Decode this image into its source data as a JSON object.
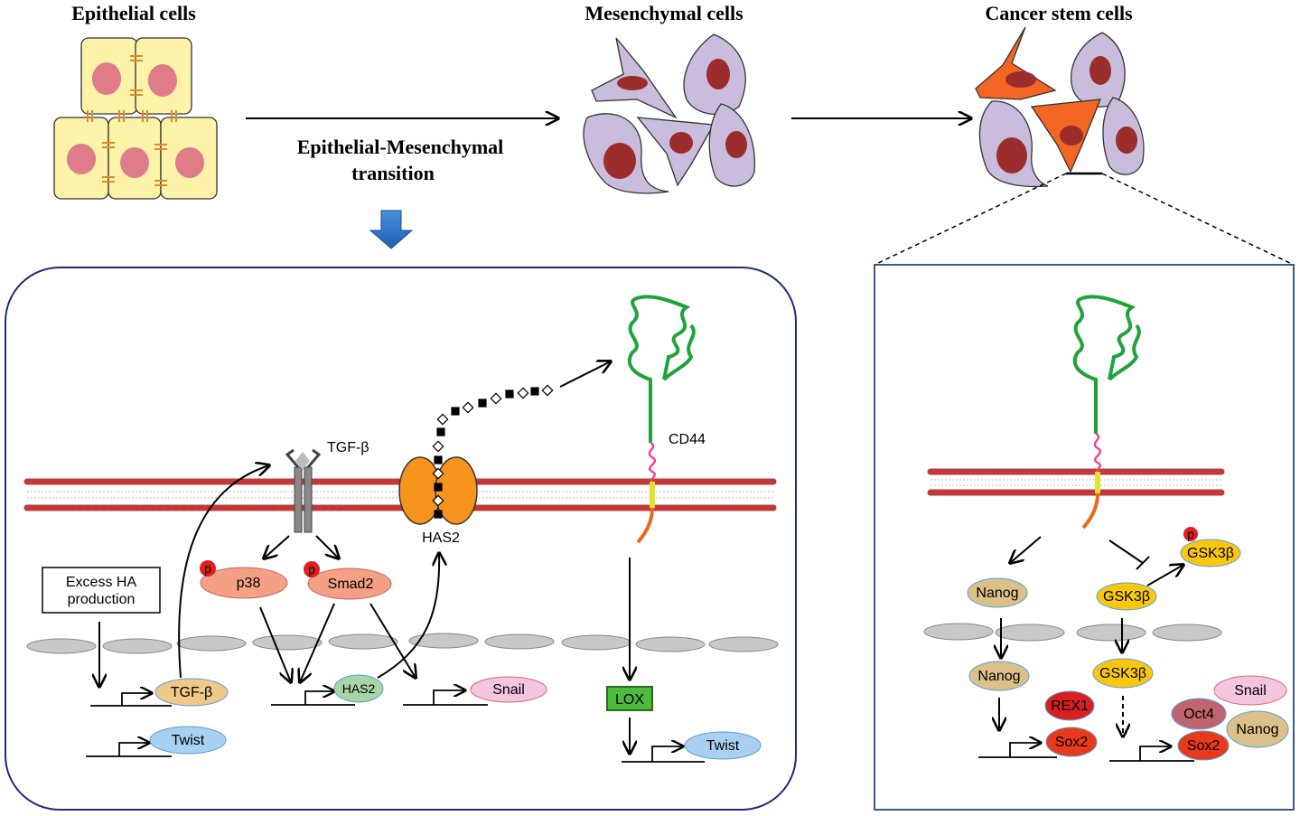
{
  "titles": {
    "epithelial": "Epithelial cells",
    "mesenchymal": "Mesenchymal cells",
    "csc": "Cancer stem cells",
    "emt_line1": "Epithelial-Mesenchymal",
    "emt_line2": "transition"
  },
  "left_panel": {
    "tgfb_receptor_label": "TGF-β",
    "has2_label": "HAS2",
    "cd44_label": "CD44",
    "excess_ha_line1": "Excess HA",
    "excess_ha_line2": "production",
    "p_mark": "p",
    "p38": "p38",
    "smad2": "Smad2",
    "tgfb_gene": "TGF-β",
    "has2_gene": "HAS2",
    "snail": "Snail",
    "twist1": "Twist",
    "lox": "LOX",
    "twist2": "Twist"
  },
  "right_panel": {
    "p_mark": "p",
    "gsk_p": "GSK3β",
    "gsk_mem": "GSK3β",
    "gsk_nuc": "GSK3β",
    "nanog_top": "Nanog",
    "nanog_nuc": "Nanog",
    "rex1": "REX1",
    "sox2_a": "Sox2",
    "snail": "Snail",
    "oct4": "Oct4",
    "sox2_b": "Sox2",
    "nanog_b": "Nanog"
  },
  "colors": {
    "epithelial_fill": "#fcf2a8",
    "nucleus_pink": "#e07b8a",
    "mesenchymal_fill": "#c9bcdc",
    "nucleus_dark": "#9b2d2d",
    "csc_orange": "#f26522",
    "panel_left_border": "#1f2a7a",
    "panel_right_border": "#3a5a8a",
    "membrane_red": "#c0393b",
    "cd44_green": "#1fa33a",
    "has2_orange": "#f7941d",
    "emt_arrow_blue": "#2a6fc9"
  }
}
